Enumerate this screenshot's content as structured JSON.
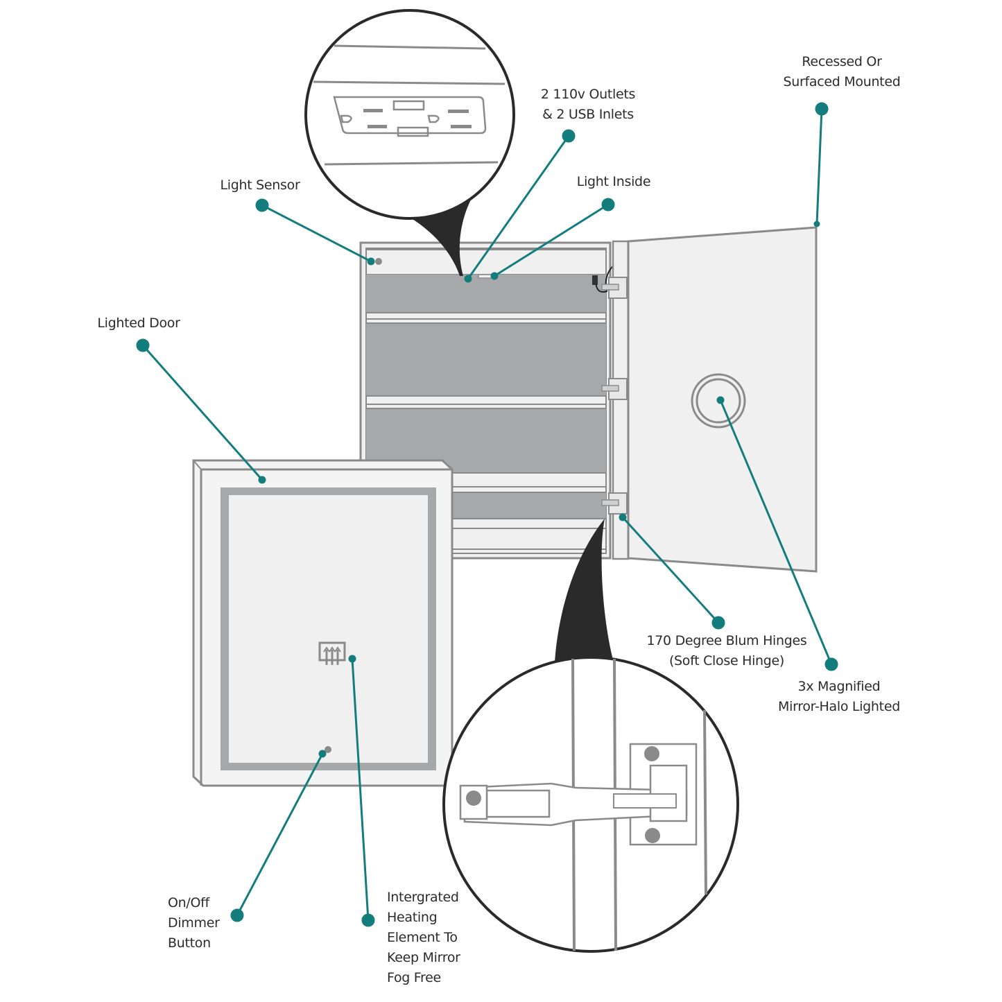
{
  "colors": {
    "accent": "#127d7c",
    "outline": "#8a8a8a",
    "panel_fill": "#f0f0f0",
    "shelf_fill": "#a7a8aa",
    "callout_bubble": "#2a2a2a"
  },
  "callouts": {
    "outlets": {
      "lines": [
        "2 110v Outlets",
        "& 2 USB Inlets"
      ]
    },
    "mounting": {
      "lines": [
        "Recessed Or",
        "Surfaced Mounted"
      ]
    },
    "light_sensor": {
      "lines": [
        "Light Sensor"
      ]
    },
    "light_inside": {
      "lines": [
        "Light Inside"
      ]
    },
    "lighted_door": {
      "lines": [
        "Lighted Door"
      ]
    },
    "hinges": {
      "lines": [
        "170 Degree Blum Hinges",
        "(Soft Close Hinge)"
      ]
    },
    "magnified_mirror": {
      "lines": [
        "3x Magnified",
        "Mirror-Halo Lighted"
      ]
    },
    "dimmer": {
      "lines": [
        "On/Off",
        "Dimmer",
        "Button"
      ]
    },
    "heating": {
      "lines": [
        "Intergrated",
        "Heating",
        "Element To",
        "Keep Mirror",
        "Fog Free"
      ]
    }
  },
  "icons": {
    "heating_element": "heat-waves-icon",
    "outlet_detail": "outlet-icon",
    "hinge_detail": "hinge-icon"
  }
}
